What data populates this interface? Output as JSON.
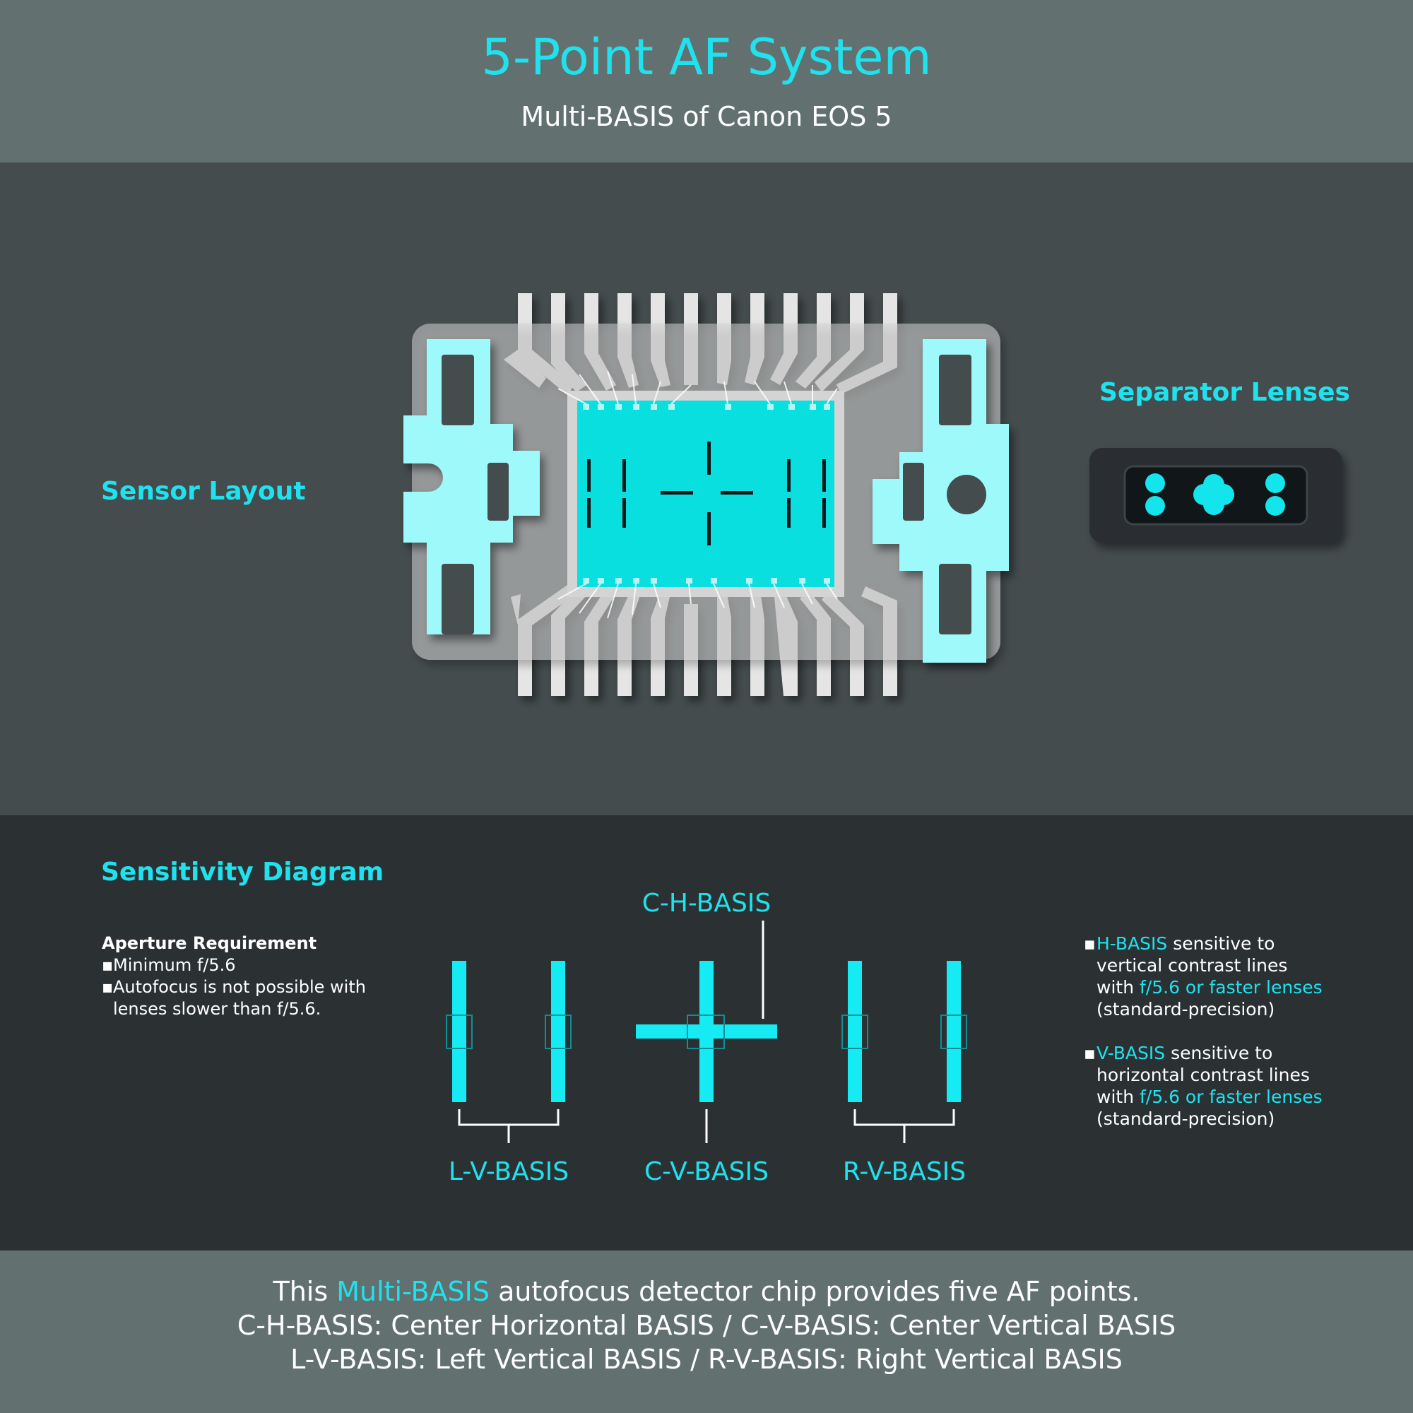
{
  "header": {
    "title": "5-Point AF System",
    "subtitle": "Multi-BASIS of Canon EOS 5"
  },
  "sections": {
    "sensor_layout": "Sensor Layout",
    "separator_lenses": "Separator Lenses",
    "sensitivity": "Sensitivity Diagram"
  },
  "aperture": {
    "heading": "Aperture Requirement",
    "bullets": [
      "Minimum f/5.6",
      "Autofocus is not possible with",
      "lenses slower than f/5.6."
    ]
  },
  "diagram_labels": {
    "c_h": "C-H-BASIS",
    "l_v": "L-V-BASIS",
    "c_v": "C-V-BASIS",
    "r_v": "R-V-BASIS"
  },
  "notes": {
    "h": {
      "basis": "H-BASIS",
      "text1": " sensitive to",
      "text2": "vertical contrast lines",
      "with": "with ",
      "lens": "f/5.6 or faster lenses",
      "precision": "(standard-precision)"
    },
    "v": {
      "basis": "V-BASIS",
      "text1": " sensitive to",
      "text2": "horizontal contrast lines",
      "with": "with ",
      "lens": "f/5.6 or faster lenses",
      "precision": "(standard-precision)"
    }
  },
  "footer": {
    "line1_a": "This ",
    "line1_hl": "Multi-BASIS",
    "line1_b": " autofocus detector chip provides five AF points.",
    "line2": "C-H-BASIS: Center Horizontal BASIS / C-V-BASIS: Center Vertical BASIS",
    "line3": "L-V-BASIS: Left Vertical BASIS / R-V-BASIS: Right Vertical BASIS"
  },
  "colors": {
    "accent": "#1fe2ee",
    "die": "#0adfe0",
    "frame": "#9ef9fb",
    "header_bg": "#627170",
    "mid_bg": "#444c4e",
    "dark_bg": "#2b3133"
  },
  "icons": [
    "af-sensor-chip-icon",
    "separator-lens-icon",
    "basis-line-icon"
  ]
}
